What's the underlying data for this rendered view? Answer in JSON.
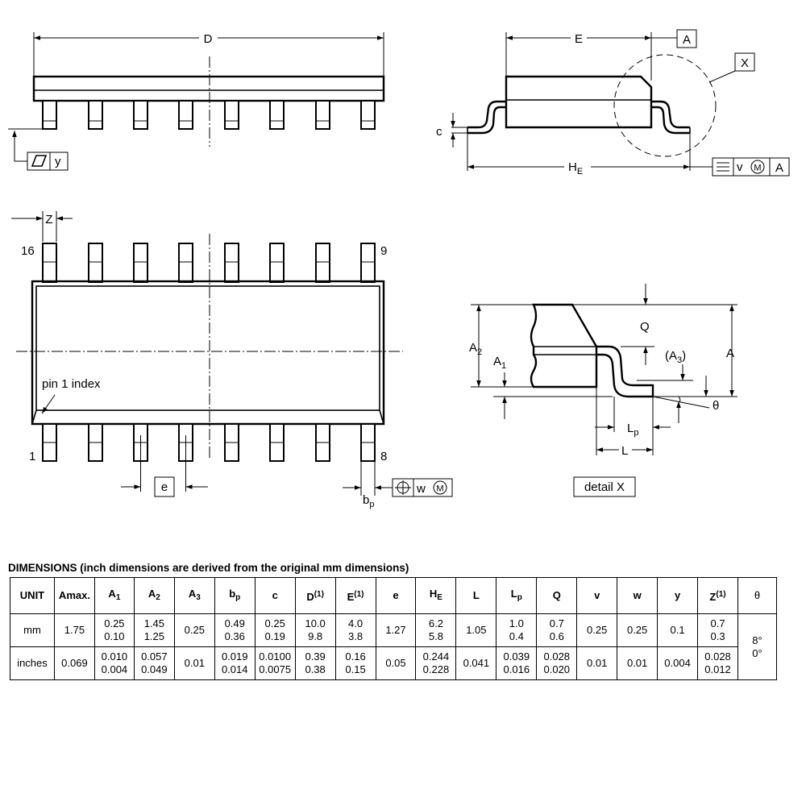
{
  "drawing": {
    "labels": {
      "D": "D",
      "E": "E",
      "A_datum": "A",
      "X_detail": "X",
      "c": "c",
      "HE": "H",
      "HE_sub": "E",
      "y": "y",
      "Z": "Z",
      "pin16": "16",
      "pin9": "9",
      "pin1": "1",
      "pin8": "8",
      "pin1_index": "pin 1 index",
      "e": "e",
      "bp": "b",
      "bp_sub": "p",
      "w": "w",
      "v": "v",
      "M": "M",
      "Q": "Q",
      "A2": "A",
      "A2_sub": "2",
      "A1": "A",
      "A1_sub": "1",
      "A3_open": "(A",
      "A3_sub": "3",
      "A3_close": ")",
      "A_right": "A",
      "theta": "θ",
      "Lp": "L",
      "Lp_sub": "p",
      "L": "L",
      "detail_x": "detail X"
    }
  },
  "table": {
    "title": "DIMENSIONS (inch dimensions are derived from the original mm dimensions)",
    "header": {
      "unit": "UNIT",
      "A": "A",
      "A_max": "max.",
      "A1": "A",
      "A1_sub": "1",
      "A2": "A",
      "A2_sub": "2",
      "A3": "A",
      "A3_sub": "3",
      "bp": "b",
      "bp_sub": "p",
      "c": "c",
      "D": "D",
      "D_sup": "(1)",
      "E": "E",
      "E_sup": "(1)",
      "e": "e",
      "HE": "H",
      "HE_sub": "E",
      "L": "L",
      "Lp": "L",
      "Lp_sub": "p",
      "Q": "Q",
      "v": "v",
      "w": "w",
      "y": "y",
      "Z": "Z",
      "Z_sup": "(1)",
      "theta": "θ"
    },
    "mm": {
      "unit": "mm",
      "A": "1.75",
      "A1": [
        "0.25",
        "0.10"
      ],
      "A2": [
        "1.45",
        "1.25"
      ],
      "A3": "0.25",
      "bp": [
        "0.49",
        "0.36"
      ],
      "c": [
        "0.25",
        "0.19"
      ],
      "D": [
        "10.0",
        "9.8"
      ],
      "E": [
        "4.0",
        "3.8"
      ],
      "e": "1.27",
      "HE": [
        "6.2",
        "5.8"
      ],
      "L": "1.05",
      "Lp": [
        "1.0",
        "0.4"
      ],
      "Q": [
        "0.7",
        "0.6"
      ],
      "v": "0.25",
      "w": "0.25",
      "y": "0.1",
      "Z": [
        "0.7",
        "0.3"
      ]
    },
    "inches": {
      "unit": "inches",
      "A": "0.069",
      "A1": [
        "0.010",
        "0.004"
      ],
      "A2": [
        "0.057",
        "0.049"
      ],
      "A3": "0.01",
      "bp": [
        "0.019",
        "0.014"
      ],
      "c": [
        "0.0100",
        "0.0075"
      ],
      "D": [
        "0.39",
        "0.38"
      ],
      "E": [
        "0.16",
        "0.15"
      ],
      "e": "0.05",
      "HE": [
        "0.244",
        "0.228"
      ],
      "L": "0.041",
      "Lp": [
        "0.039",
        "0.016"
      ],
      "Q": [
        "0.028",
        "0.020"
      ],
      "v": "0.01",
      "w": "0.01",
      "y": "0.004",
      "Z": [
        "0.028",
        "0.012"
      ]
    },
    "theta": [
      "8°",
      "0°"
    ]
  }
}
